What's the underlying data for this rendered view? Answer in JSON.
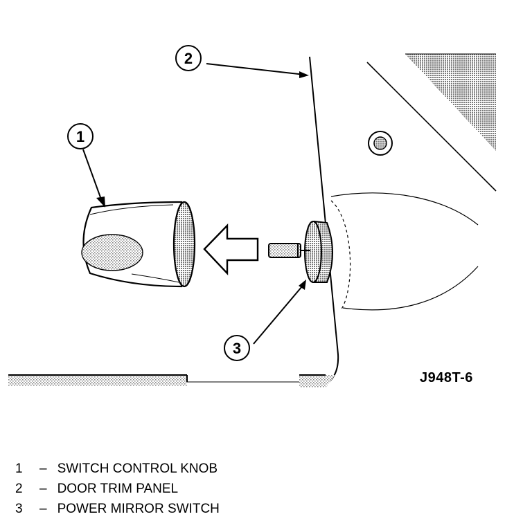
{
  "figure_id": "J948T-6",
  "callouts": [
    {
      "number": "1",
      "target": "switch-control-knob"
    },
    {
      "number": "2",
      "target": "door-trim-panel"
    },
    {
      "number": "3",
      "target": "power-mirror-switch"
    }
  ],
  "legend": [
    {
      "number": "1",
      "dash": "–",
      "text": "SWITCH CONTROL KNOB"
    },
    {
      "number": "2",
      "dash": "–",
      "text": "DOOR TRIM PANEL"
    },
    {
      "number": "3",
      "dash": "–",
      "text": "POWER MIRROR SWITCH"
    }
  ],
  "colors": {
    "line": "#000000",
    "background": "#ffffff",
    "shading": "#9a9a9a"
  }
}
